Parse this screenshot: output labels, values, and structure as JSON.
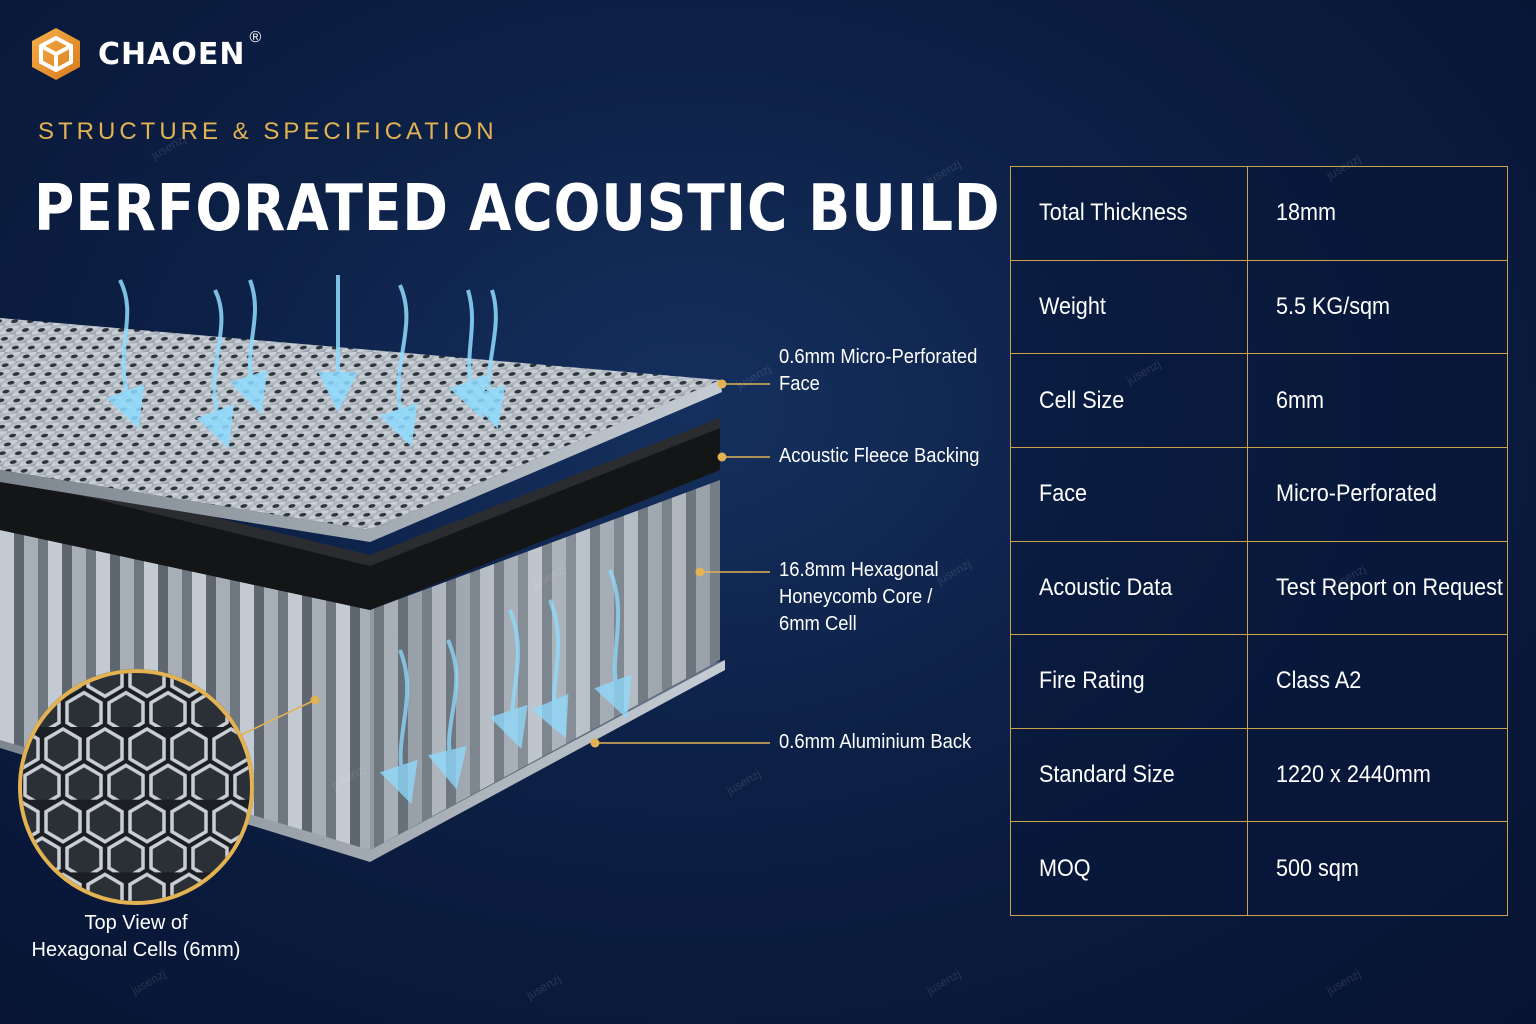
{
  "brand": {
    "name": "CHAOEN",
    "mark": "®"
  },
  "kicker": "STRUCTURE & SPECIFICATION",
  "title": "PERFORATED ACOUSTIC BUILD",
  "callouts": {
    "face": [
      "0.6mm Micro-Perforated",
      "Face"
    ],
    "fleece": [
      "Acoustic Fleece Backing"
    ],
    "core": [
      "16.8mm Hexagonal",
      "Honeycomb Core /",
      "6mm Cell"
    ],
    "back": [
      "0.6mm Aluminium Back"
    ]
  },
  "top_view": [
    "Top View of",
    "Hexagonal Cells (6mm)"
  ],
  "specs": [
    {
      "label": "Total Thickness",
      "value": "18mm"
    },
    {
      "label": "Weight",
      "value": "5.5 KG/sqm"
    },
    {
      "label": "Cell Size",
      "value": "6mm"
    },
    {
      "label": "Face",
      "value": "Micro-Perforated"
    },
    {
      "label": "Acoustic Data",
      "value": "Test Report on Request"
    },
    {
      "label": "Fire Rating",
      "value": "Class A2"
    },
    {
      "label": "Standard Size",
      "value": "1220 x 2440mm"
    },
    {
      "label": "MOQ",
      "value": "500 sqm"
    }
  ],
  "watermark": "jusenzj",
  "colors": {
    "accent": "#e2b253",
    "background": "#0c1f44",
    "border": "#c9a24a",
    "arrow": "#6fcaf5"
  },
  "icons": [
    "logo-cube-icon",
    "sound-wave-arrow-icon",
    "leader-dot-icon",
    "honeycomb-zoom-icon"
  ]
}
